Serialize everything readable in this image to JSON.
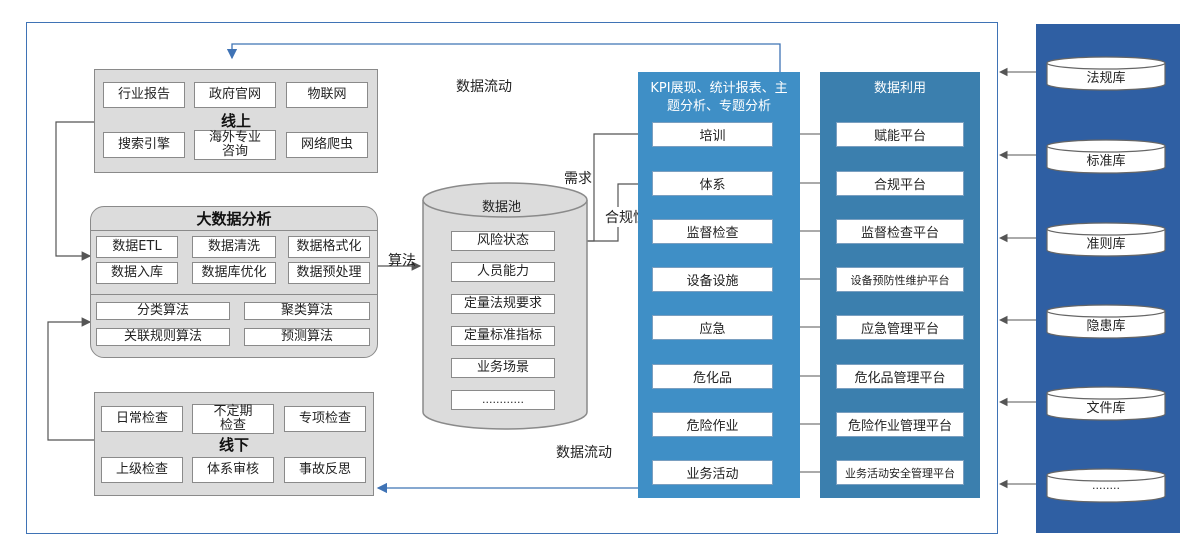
{
  "flow_label_top": "数据流动",
  "flow_label_bottom": "数据流动",
  "online": {
    "title": "线上",
    "sources": [
      "行业报告",
      "政府官网",
      "物联网",
      "搜索引擎",
      "海外专业\n咨询",
      "网络爬虫"
    ]
  },
  "bigdata": {
    "title": "大数据分析",
    "processing": [
      "数据ETL",
      "数据清洗",
      "数据格式化",
      "数据入库",
      "数据库优化",
      "数据预处理"
    ],
    "algorithms": [
      "分类算法",
      "聚类算法",
      "关联规则算法",
      "预测算法"
    ]
  },
  "offline": {
    "title": "线下",
    "sources": [
      "日常检查",
      "不定期\n检查",
      "专项检查",
      "上级检查",
      "体系审核",
      "事故反思"
    ]
  },
  "algorithm_label": "算法",
  "data_pool": {
    "title": "数据池",
    "items": [
      "风险状态",
      "人员能力",
      "定量法规要求",
      "定量标准指标",
      "业务场景",
      "............"
    ]
  },
  "demand_label": "需求",
  "compliance_label": "合规性",
  "kpi_column": {
    "title": "KPI展现、统计报表、主\n题分析、专题分析",
    "items": [
      "培训",
      "体系",
      "监督检查",
      "设备设施",
      "应急",
      "危化品",
      "危险作业",
      "业务活动"
    ]
  },
  "data_use_column": {
    "title": "数据利用",
    "items": [
      "赋能平台",
      "合规平台",
      "监督检查平台",
      "设备预防性维护平台",
      "应急管理平台",
      "危化品管理平台",
      "危险作业管理平台",
      "业务活动安全管理平台"
    ]
  },
  "libraries": [
    "法规库",
    "标准库",
    "准则库",
    "隐患库",
    "文件库",
    "........"
  ],
  "colors": {
    "frame": "#3f73b5",
    "kpi_column": "#3f8fc6",
    "data_use_column": "#3b7fae",
    "right_panel": "#2f5fa3",
    "grey_panel": "#dcdcdc"
  }
}
